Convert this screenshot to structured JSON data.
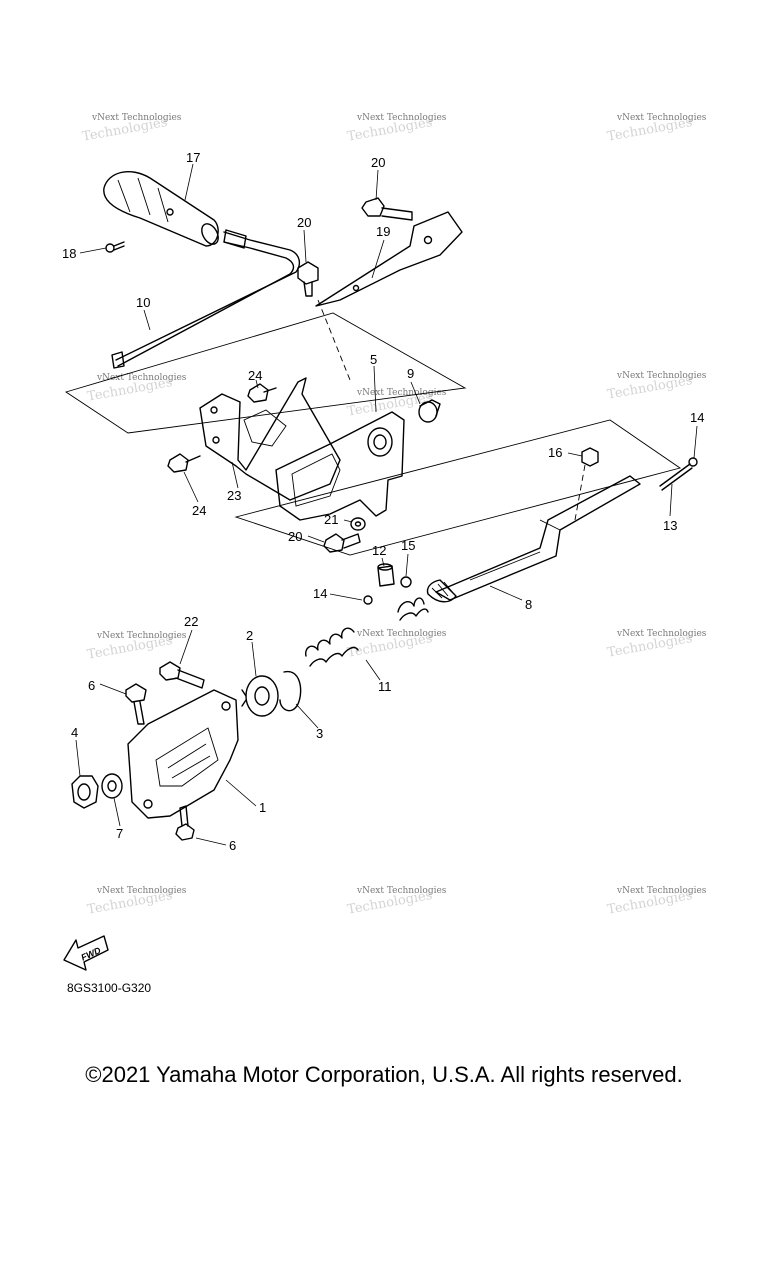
{
  "diagram": {
    "code": "8GS3100-G320",
    "fwd_label": "FWD",
    "watermark": "vNext Technologies",
    "callouts": [
      "17",
      "20",
      "19",
      "18",
      "20",
      "10",
      "5",
      "9",
      "24",
      "14",
      "16",
      "23",
      "24",
      "13",
      "21",
      "20",
      "12",
      "15",
      "14",
      "8",
      "22",
      "2",
      "6",
      "11",
      "4",
      "3",
      "1",
      "7",
      "6"
    ]
  },
  "footer": {
    "copyright": "©2021 Yamaha Motor Corporation, U.S.A. All rights reserved."
  }
}
